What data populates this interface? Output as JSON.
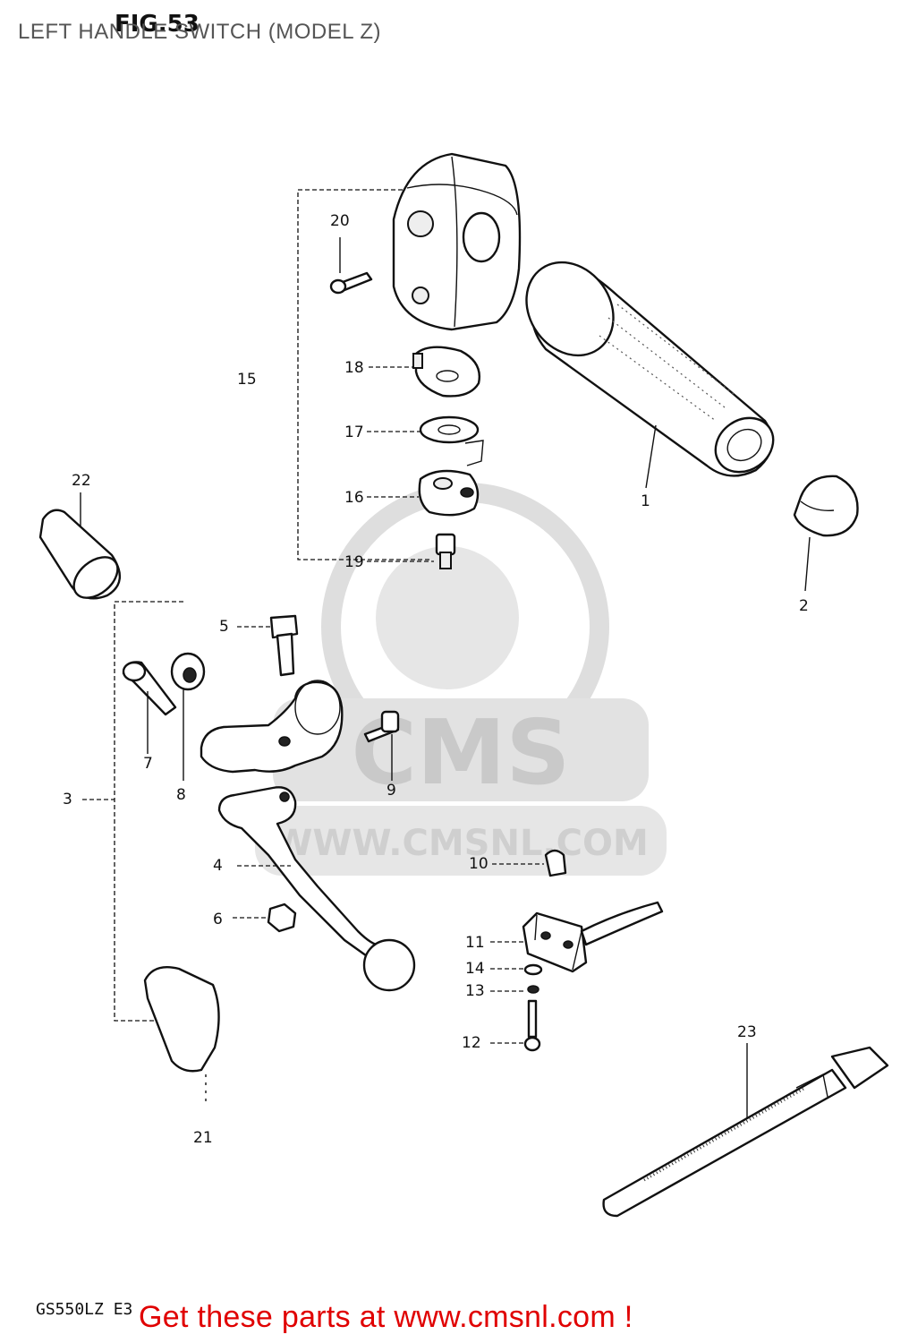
{
  "header": {
    "title": "LEFT HANDLE SWITCH (MODEL Z)",
    "fig_label": "FIG.53"
  },
  "footer": {
    "model_code": "GS550LZ E3",
    "promo": "Get these parts at www.cmsnl.com !"
  },
  "watermark": {
    "brand": "CMS",
    "url": "WWW.CMSNL.COM"
  },
  "callouts": [
    {
      "id": "20",
      "label": "20"
    },
    {
      "id": "18",
      "label": "18"
    },
    {
      "id": "15",
      "label": "15"
    },
    {
      "id": "17",
      "label": "17"
    },
    {
      "id": "16",
      "label": "16"
    },
    {
      "id": "19",
      "label": "19"
    },
    {
      "id": "22",
      "label": "22"
    },
    {
      "id": "1",
      "label": "1"
    },
    {
      "id": "2",
      "label": "2"
    },
    {
      "id": "5",
      "label": "5"
    },
    {
      "id": "7",
      "label": "7"
    },
    {
      "id": "8",
      "label": "8"
    },
    {
      "id": "9",
      "label": "9"
    },
    {
      "id": "3",
      "label": "3"
    },
    {
      "id": "4",
      "label": "4"
    },
    {
      "id": "10",
      "label": "10"
    },
    {
      "id": "6",
      "label": "6"
    },
    {
      "id": "11",
      "label": "11"
    },
    {
      "id": "14",
      "label": "14"
    },
    {
      "id": "13",
      "label": "13"
    },
    {
      "id": "12",
      "label": "12"
    },
    {
      "id": "23",
      "label": "23"
    },
    {
      "id": "21",
      "label": "21"
    }
  ],
  "colors": {
    "promo": "#e00000",
    "line": "#111111",
    "watermark": "#d9d9d9"
  }
}
